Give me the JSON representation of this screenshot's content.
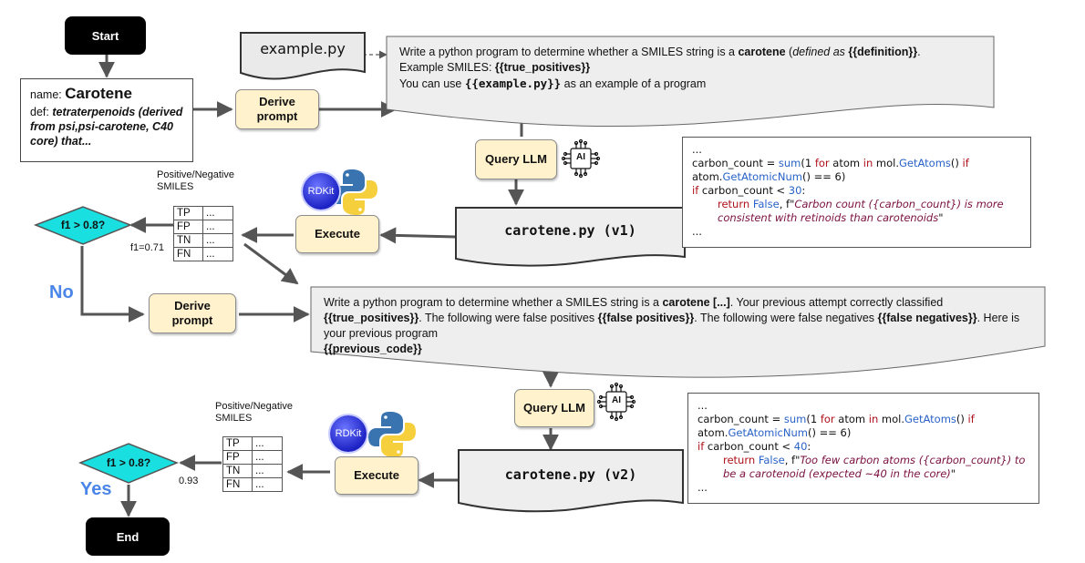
{
  "start_label": "Start",
  "end_label": "End",
  "example_file": "example.py",
  "card": {
    "name_prefix": "name:",
    "name": "Carotene",
    "def_prefix": "def:",
    "def_text": "tetraterpenoids (derived from psi,psi-carotene, C40 core) that..."
  },
  "derive_prompt_label": "Derive prompt",
  "query_llm_label": "Query LLM",
  "execute_label": "Execute",
  "ai_chip_label": "AI",
  "rdkit_label": "RDKit",
  "prompt1": {
    "l1a": "Write a python program to determine whether a SMILES string is a ",
    "l1b": "carotene",
    "l1c": " (",
    "l1d": "defined as",
    "l1e": " {{definition}}",
    "l1f": ".",
    "l2a": "Example SMILES: ",
    "l2b": "{{true_positives}}",
    "l3a": "You can use ",
    "l3b": "{{example.py}}",
    "l3c": " as an example of a program"
  },
  "prompt2": {
    "a": "Write a python program to determine whether a SMILES string is a ",
    "b": "carotene [...]",
    "c": ".  Your previous attempt correctly classified ",
    "d": "{{true_positives}}",
    "e": ".  The following were false positives ",
    "f": "{{false positives}}",
    "g": ".  The following were false negatives ",
    "h": "{{false negatives}}",
    "i": ".  Here is your previous program",
    "j": "{{previous_code}}"
  },
  "file_v1": "carotene.py (v1)",
  "file_v2": "carotene.py (v2)",
  "code1": {
    "ellipsis": "...",
    "l1a": "carbon_count = ",
    "l1b": "sum",
    "l1c": "(1 ",
    "l1d": "for",
    "l1e": " atom ",
    "l1f": "in",
    "l1g": " mol.",
    "l1h": "GetAtoms",
    "l1i": "() ",
    "l1j": "if",
    "l2a": "atom.",
    "l2b": "GetAtomicNum",
    "l2c": "() == 6)",
    "l3a": "if",
    "l3b": " carbon_count < ",
    "l3c": "30",
    "l3d": ":",
    "l4a": "return",
    "l4b": " False",
    "l4c": ", f\"",
    "l4d": "Carbon count ({carbon_count}) is more consistent with retinoids than carotenoids",
    "l4e": "\""
  },
  "code2": {
    "ellipsis": "...",
    "l1a": "carbon_count = ",
    "l1b": "sum",
    "l1c": "(1 ",
    "l1d": "for",
    "l1e": " atom ",
    "l1f": "in",
    "l1g": " mol.",
    "l1h": "GetAtoms",
    "l1i": "() ",
    "l1j": "if",
    "l2a": "atom.",
    "l2b": "GetAtomicNum",
    "l2c": "() == 6)",
    "l3a": "if",
    "l3b": " carbon_count < ",
    "l3c": "40",
    "l3d": ":",
    "l4a": "return",
    "l4b": " False",
    "l4c": ", f\"",
    "l4d": "Too few carbon atoms ({carbon_count}) to be a carotenoid (expected ~40 in the core)",
    "l4e": "\""
  },
  "smiles_label": "Positive/Negative SMILES",
  "matrix": {
    "rows": [
      "TP",
      "FP",
      "TN",
      "FN"
    ],
    "cell": "..."
  },
  "decision_label": "f1 > 0.8?",
  "f1_value_1": "f1=0.71",
  "f1_value_2": "0.93",
  "no_label": "No",
  "yes_label": "Yes"
}
